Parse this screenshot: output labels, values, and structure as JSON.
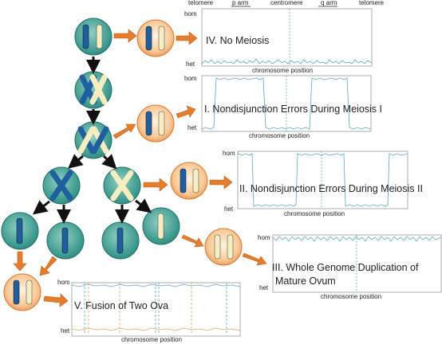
{
  "colors": {
    "cell_teal": "#2f8f85",
    "cell_teal_light": "#7cc4b6",
    "cell_orange": "#f19a52",
    "cell_orange_light": "#fde8cf",
    "chrom_blue": "#1f5f9e",
    "chrom_cream": "#f6eec0",
    "arrow_orange": "#e57d2b",
    "arrow_black": "#111111",
    "trace_blue": "#5ba6c9",
    "trace_orange": "#e7a25f"
  },
  "header": {
    "telomere_left": "telomere",
    "p_arm": "p arm",
    "centromere": "centromere",
    "q_arm": "q arm",
    "telomere_right": "telomere"
  },
  "panels": [
    {
      "id": "no-meiosis",
      "title": "IV. No Meiosis",
      "hom": "hom",
      "het": "het",
      "xlabel": "chromosome position"
    },
    {
      "id": "nondisjunction-1",
      "title": "I. Nondisjunction Errors During Meiosis I",
      "hom": "hom",
      "het": "het",
      "xlabel": "chromosome position"
    },
    {
      "id": "nondisjunction-2",
      "title": "II. Nondisjunction Errors During Meiosis II",
      "hom": "hom",
      "het": "het",
      "xlabel": "chromosome position"
    },
    {
      "id": "whole-genome",
      "title_line1": "III. Whole Genome Duplication of",
      "title_line2": "Mature Ovum",
      "hom": "hom",
      "het": "het",
      "xlabel": "chromosome position"
    },
    {
      "id": "fusion",
      "title": "V. Fusion of Two Ova",
      "hom": "hom",
      "het": "het",
      "xlabel": "chromosome position"
    }
  ]
}
